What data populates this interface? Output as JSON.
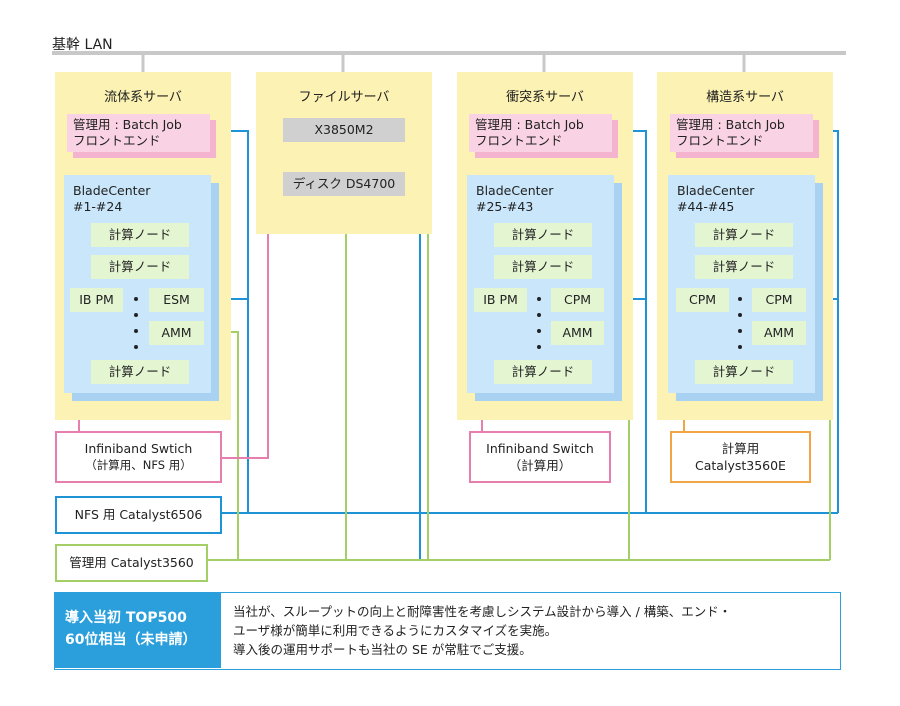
{
  "title": "基幹 LAN",
  "groups": [
    {
      "label": "流体系サーバ",
      "frontend": [
        "管理用 : Batch Job",
        "フロントエンド"
      ],
      "blade": [
        "BladeCenter",
        "#1-#24"
      ],
      "left_module": "IB PM",
      "right_top": "ESM",
      "right_bottom": "AMM"
    },
    {
      "label": "ファイルサーバ",
      "server": "X3850M2",
      "disk": "ディスク DS4700"
    },
    {
      "label": "衝突系サーバ",
      "frontend": [
        "管理用 : Batch Job",
        "フロントエンド"
      ],
      "blade": [
        "BladeCenter",
        "#25-#43"
      ],
      "left_module": "IB PM",
      "right_top": "CPM",
      "right_bottom": "AMM"
    },
    {
      "label": "構造系サーバ",
      "frontend": [
        "管理用 : Batch Job",
        "フロントエンド"
      ],
      "blade": [
        "BladeCenter",
        "#44-#45"
      ],
      "left_module": "CPM",
      "right_top": "CPM",
      "right_bottom": "AMM"
    }
  ],
  "node_label": "計算ノード",
  "switches": {
    "ib1": [
      "Infiniband Swtich",
      "（計算用、NFS 用）"
    ],
    "ib2": [
      "Infiniband Switch",
      "（計算用）"
    ],
    "catalyst_calc": [
      "計算用",
      "Catalyst3560E"
    ],
    "nfs": "NFS 用 Catalyst6506",
    "mgmt": "管理用 Catalyst3560"
  },
  "footer": {
    "badge": [
      "導入当初 TOP500",
      "60位相当（未申請）"
    ],
    "text": [
      "当社が、スループットの向上と耐障害性を考慮しシステム設計から導入 / 構築、エンド・",
      "ユーザ様が簡単に利用できるようにカスタマイズを実施。",
      "導入後の運用サポートも当社の SE が常駐でご支援。"
    ]
  },
  "colors": {
    "lan": "#c8c8c8",
    "blue": "#1e94d6",
    "green": "#a3cf66",
    "pink": "#e67fae",
    "orange": "#f1a544"
  }
}
